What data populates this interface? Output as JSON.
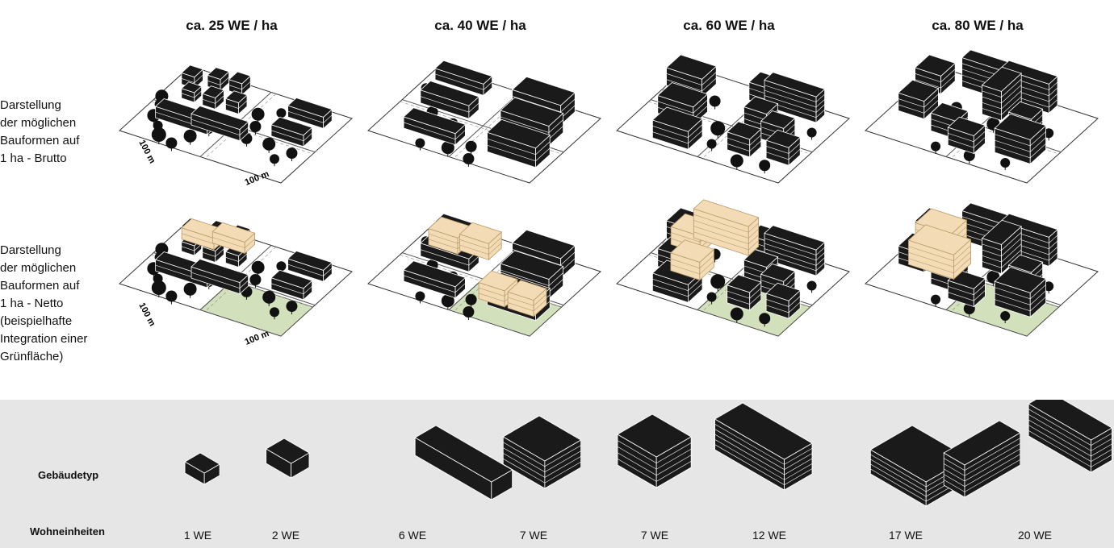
{
  "columns": [
    "ca. 25 WE / ha",
    "ca. 40 WE / ha",
    "ca. 60 WE / ha",
    "ca. 80 WE / ha"
  ],
  "row_labels": {
    "brutto": [
      "Darstellung",
      "der möglichen",
      "Bauformen auf",
      "1 ha - Brutto"
    ],
    "netto": [
      "Darstellung",
      "der möglichen",
      "Bauformen auf",
      "1 ha - Netto",
      "(beispielhafte",
      "Integration einer",
      "Grünfläche)"
    ]
  },
  "dimension_labels": {
    "side_a": "100 m",
    "side_b": "100 m"
  },
  "legend": {
    "gebaeudetyp_label": "Gebäudetyp",
    "wohneinheiten_label": "Wohneinheiten",
    "types": [
      {
        "icon": "single-house-icon",
        "units": "1 WE"
      },
      {
        "icon": "double-house-icon",
        "units": "2 WE"
      },
      {
        "icon": "row-house-icon",
        "units": "6 WE"
      },
      {
        "icon": "town-house-icon",
        "units": "7 WE"
      },
      {
        "icon": "stacked-block-icon",
        "units": "7 WE"
      },
      {
        "icon": "long-block-icon",
        "units": "12 WE"
      },
      {
        "icon": "wide-block-icon",
        "units": "17 WE"
      },
      {
        "icon": "l-block-icon",
        "units": "20 WE"
      }
    ]
  },
  "colors": {
    "building": "#1a1a1a",
    "highlight": "#f3dcb5",
    "green_space": "#d3e0bc",
    "panel": "#e6e6e6"
  }
}
